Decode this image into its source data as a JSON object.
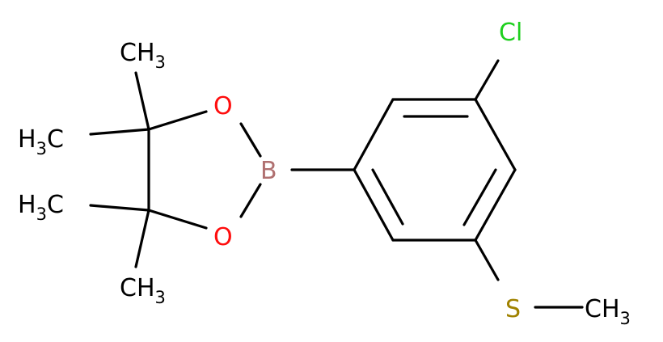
{
  "molecule": {
    "atoms": {
      "cl": "Cl",
      "b": "B",
      "o_top": "O",
      "o_bottom": "O",
      "s": "S",
      "ch3_top": "CH3",
      "h3c_upper": "H3C",
      "h3c_lower": "H3C",
      "ch3_bottom": "CH3",
      "ch3_s": "CH3"
    },
    "colors": {
      "bond": "#000000",
      "cl": "#1fd01f",
      "b": "#b07070",
      "o": "#ff0d0d",
      "s": "#a08200",
      "carbon_label": "#000000"
    }
  }
}
